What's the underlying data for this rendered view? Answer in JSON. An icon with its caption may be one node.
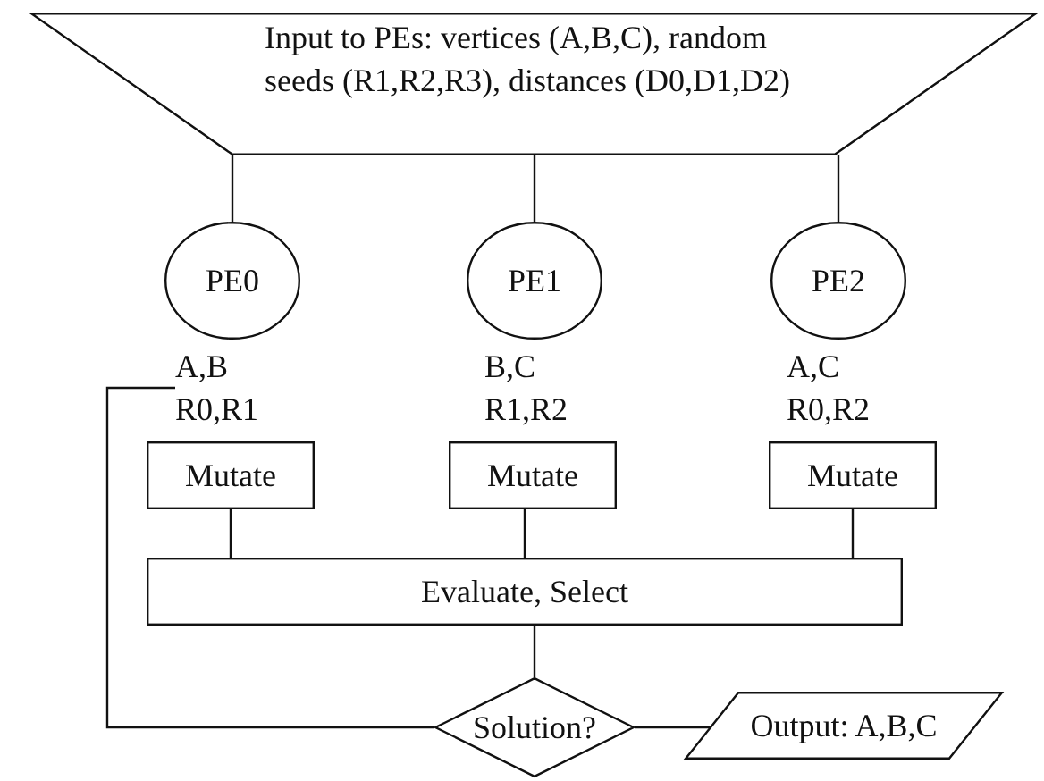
{
  "diagram": {
    "nodes": [
      {
        "text": [
          "Input to PEs: vertices (A,B,C), random seeds (R1,R2,R3), distances (D0,D1,D2)"
        ]
      },
      {
        "text": [
          "PE0"
        ]
      },
      {
        "text": [
          "PE1"
        ]
      },
      {
        "text": [
          "PE2"
        ]
      },
      {
        "text": [
          "A,B",
          "R0,R1"
        ]
      },
      {
        "text": [
          "B,C",
          "R1,R2"
        ]
      },
      {
        "text": [
          "A,C",
          "R0,R2"
        ]
      },
      {
        "text": [
          "Mutate"
        ]
      },
      {
        "text": [
          "Mutate"
        ]
      },
      {
        "text": [
          "Mutate"
        ]
      },
      {
        "text": [
          "Evaluate, Select"
        ]
      },
      {
        "text": [
          "Solution?"
        ]
      },
      {
        "text": [
          "Output: A,B,C"
        ]
      }
    ],
    "edges": [
      {
        "from": 0,
        "to": 1,
        "arrow": "none"
      },
      {
        "from": 0,
        "to": 2,
        "arrow": "none"
      },
      {
        "from": 0,
        "to": 3,
        "arrow": "none"
      },
      {
        "from": 7,
        "to": 10,
        "arrow": "none"
      },
      {
        "from": 8,
        "to": 10,
        "arrow": "none"
      },
      {
        "from": 9,
        "to": 10,
        "arrow": "none"
      },
      {
        "from": 10,
        "to": 11,
        "arrow": "none"
      },
      {
        "from": 11,
        "to": 4,
        "arrow": "none"
      },
      {
        "from": 11,
        "to": 12,
        "arrow": "none"
      }
    ]
  }
}
